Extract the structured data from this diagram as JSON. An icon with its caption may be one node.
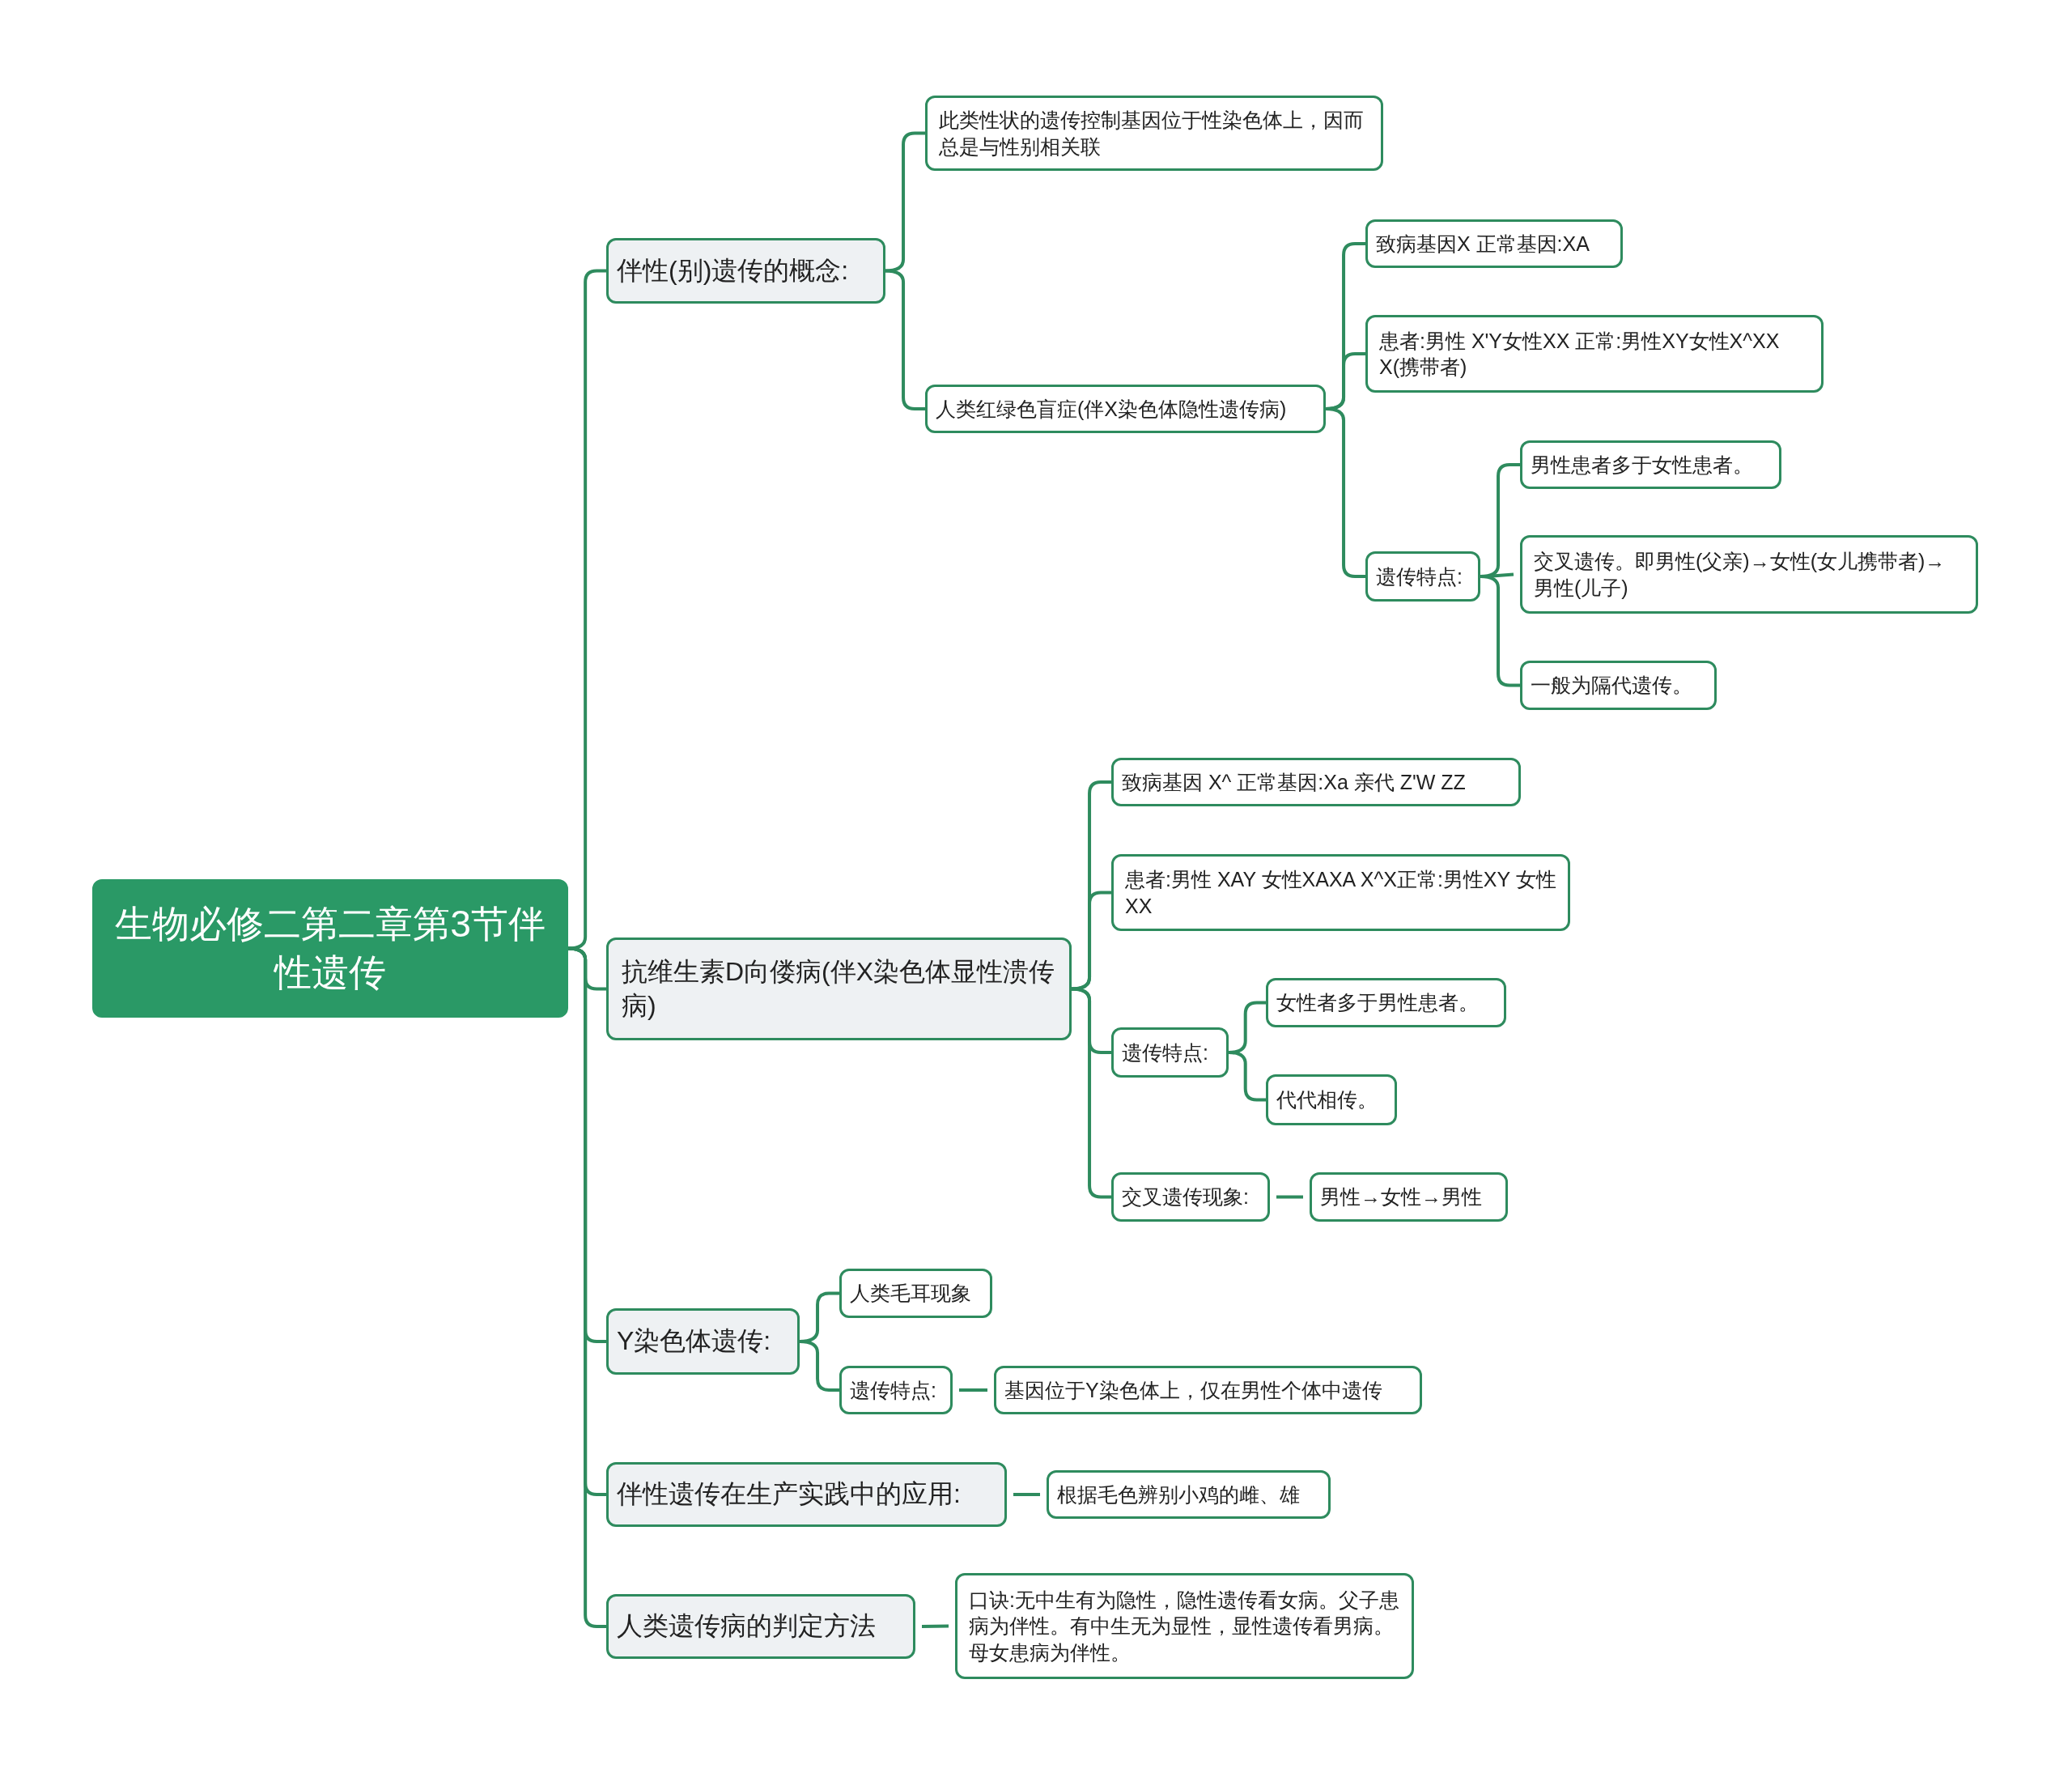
{
  "diagram": {
    "nodes": [
      {
        "text": [
          "生物必修二第二章第3节伴性遗传"
        ]
      },
      {
        "text": [
          "伴性(别)遗传的概念:"
        ]
      },
      {
        "text": [
          "此类性状的遗传控制基因位于性染色体上，因而总是与性别相关联"
        ]
      },
      {
        "text": [
          "人类红绿色盲症(伴X染色体隐性遗传病)"
        ]
      },
      {
        "text": [
          "致病基因X 正常基因:XA"
        ]
      },
      {
        "text": [
          "患者:男性 X'Y女性XX 正常:男性XY女性X^XX X(携带者)"
        ]
      },
      {
        "text": [
          "遗传特点:"
        ]
      },
      {
        "text": [
          "男性患者多于女性患者。"
        ]
      },
      {
        "text": [
          "交叉遗传。即男性(父亲)→女性(女儿携带者)→男性(儿子)"
        ]
      },
      {
        "text": [
          "一般为隔代遗传。"
        ]
      },
      {
        "text": [
          "抗维生素D向偻病(伴X染色体显性溃传病)"
        ]
      },
      {
        "text": [
          "致病基因 X^ 正常基因:Xa 亲代 Z'W ZZ"
        ]
      },
      {
        "text": [
          "患者:男性 XAY 女性XAXA X^X正常:男性XY 女性XX"
        ]
      },
      {
        "text": [
          "遗传特点:"
        ]
      },
      {
        "text": [
          "女性者多于男性患者。"
        ]
      },
      {
        "text": [
          "代代相传。"
        ]
      },
      {
        "text": [
          "交叉遗传现象:"
        ]
      },
      {
        "text": [
          "男性→女性→男性"
        ]
      },
      {
        "text": [
          "Y染色体遗传:"
        ]
      },
      {
        "text": [
          "人类毛耳现象"
        ]
      },
      {
        "text": [
          "遗传特点:"
        ]
      },
      {
        "text": [
          "基因位于Y染色体上，仅在男性个体中遗传"
        ]
      },
      {
        "text": [
          "伴性遗传在生产实践中的应用:"
        ]
      },
      {
        "text": [
          "根据毛色辨别小鸡的雌、雄"
        ]
      },
      {
        "text": [
          "人类遗传病的判定方法"
        ]
      },
      {
        "text": [
          "口诀:无中生有为隐性，隐性遗传看女病。父子患病为伴性。有中生无为显性，显性遗传看男病。母女患病为伴性。"
        ]
      }
    ],
    "edges": [
      {
        "from": 0,
        "to": 1,
        "arrow": "none"
      },
      {
        "from": 1,
        "to": 2,
        "arrow": "none"
      },
      {
        "from": 1,
        "to": 3,
        "arrow": "none"
      },
      {
        "from": 3,
        "to": 4,
        "arrow": "none"
      },
      {
        "from": 3,
        "to": 5,
        "arrow": "none"
      },
      {
        "from": 3,
        "to": 6,
        "arrow": "none"
      },
      {
        "from": 6,
        "to": 7,
        "arrow": "none"
      },
      {
        "from": 6,
        "to": 8,
        "arrow": "none"
      },
      {
        "from": 6,
        "to": 9,
        "arrow": "none"
      },
      {
        "from": 0,
        "to": 10,
        "arrow": "none"
      },
      {
        "from": 10,
        "to": 11,
        "arrow": "none"
      },
      {
        "from": 10,
        "to": 12,
        "arrow": "none"
      },
      {
        "from": 10,
        "to": 13,
        "arrow": "none"
      },
      {
        "from": 13,
        "to": 14,
        "arrow": "none"
      },
      {
        "from": 13,
        "to": 15,
        "arrow": "none"
      },
      {
        "from": 10,
        "to": 16,
        "arrow": "none"
      },
      {
        "from": 16,
        "to": 17,
        "arrow": "none"
      },
      {
        "from": 0,
        "to": 18,
        "arrow": "none"
      },
      {
        "from": 18,
        "to": 19,
        "arrow": "none"
      },
      {
        "from": 18,
        "to": 20,
        "arrow": "none"
      },
      {
        "from": 20,
        "to": 21,
        "arrow": "none"
      },
      {
        "from": 0,
        "to": 22,
        "arrow": "none"
      },
      {
        "from": 22,
        "to": 23,
        "arrow": "none"
      },
      {
        "from": 0,
        "to": 24,
        "arrow": "none"
      },
      {
        "from": 24,
        "to": 25,
        "arrow": "none"
      }
    ]
  }
}
